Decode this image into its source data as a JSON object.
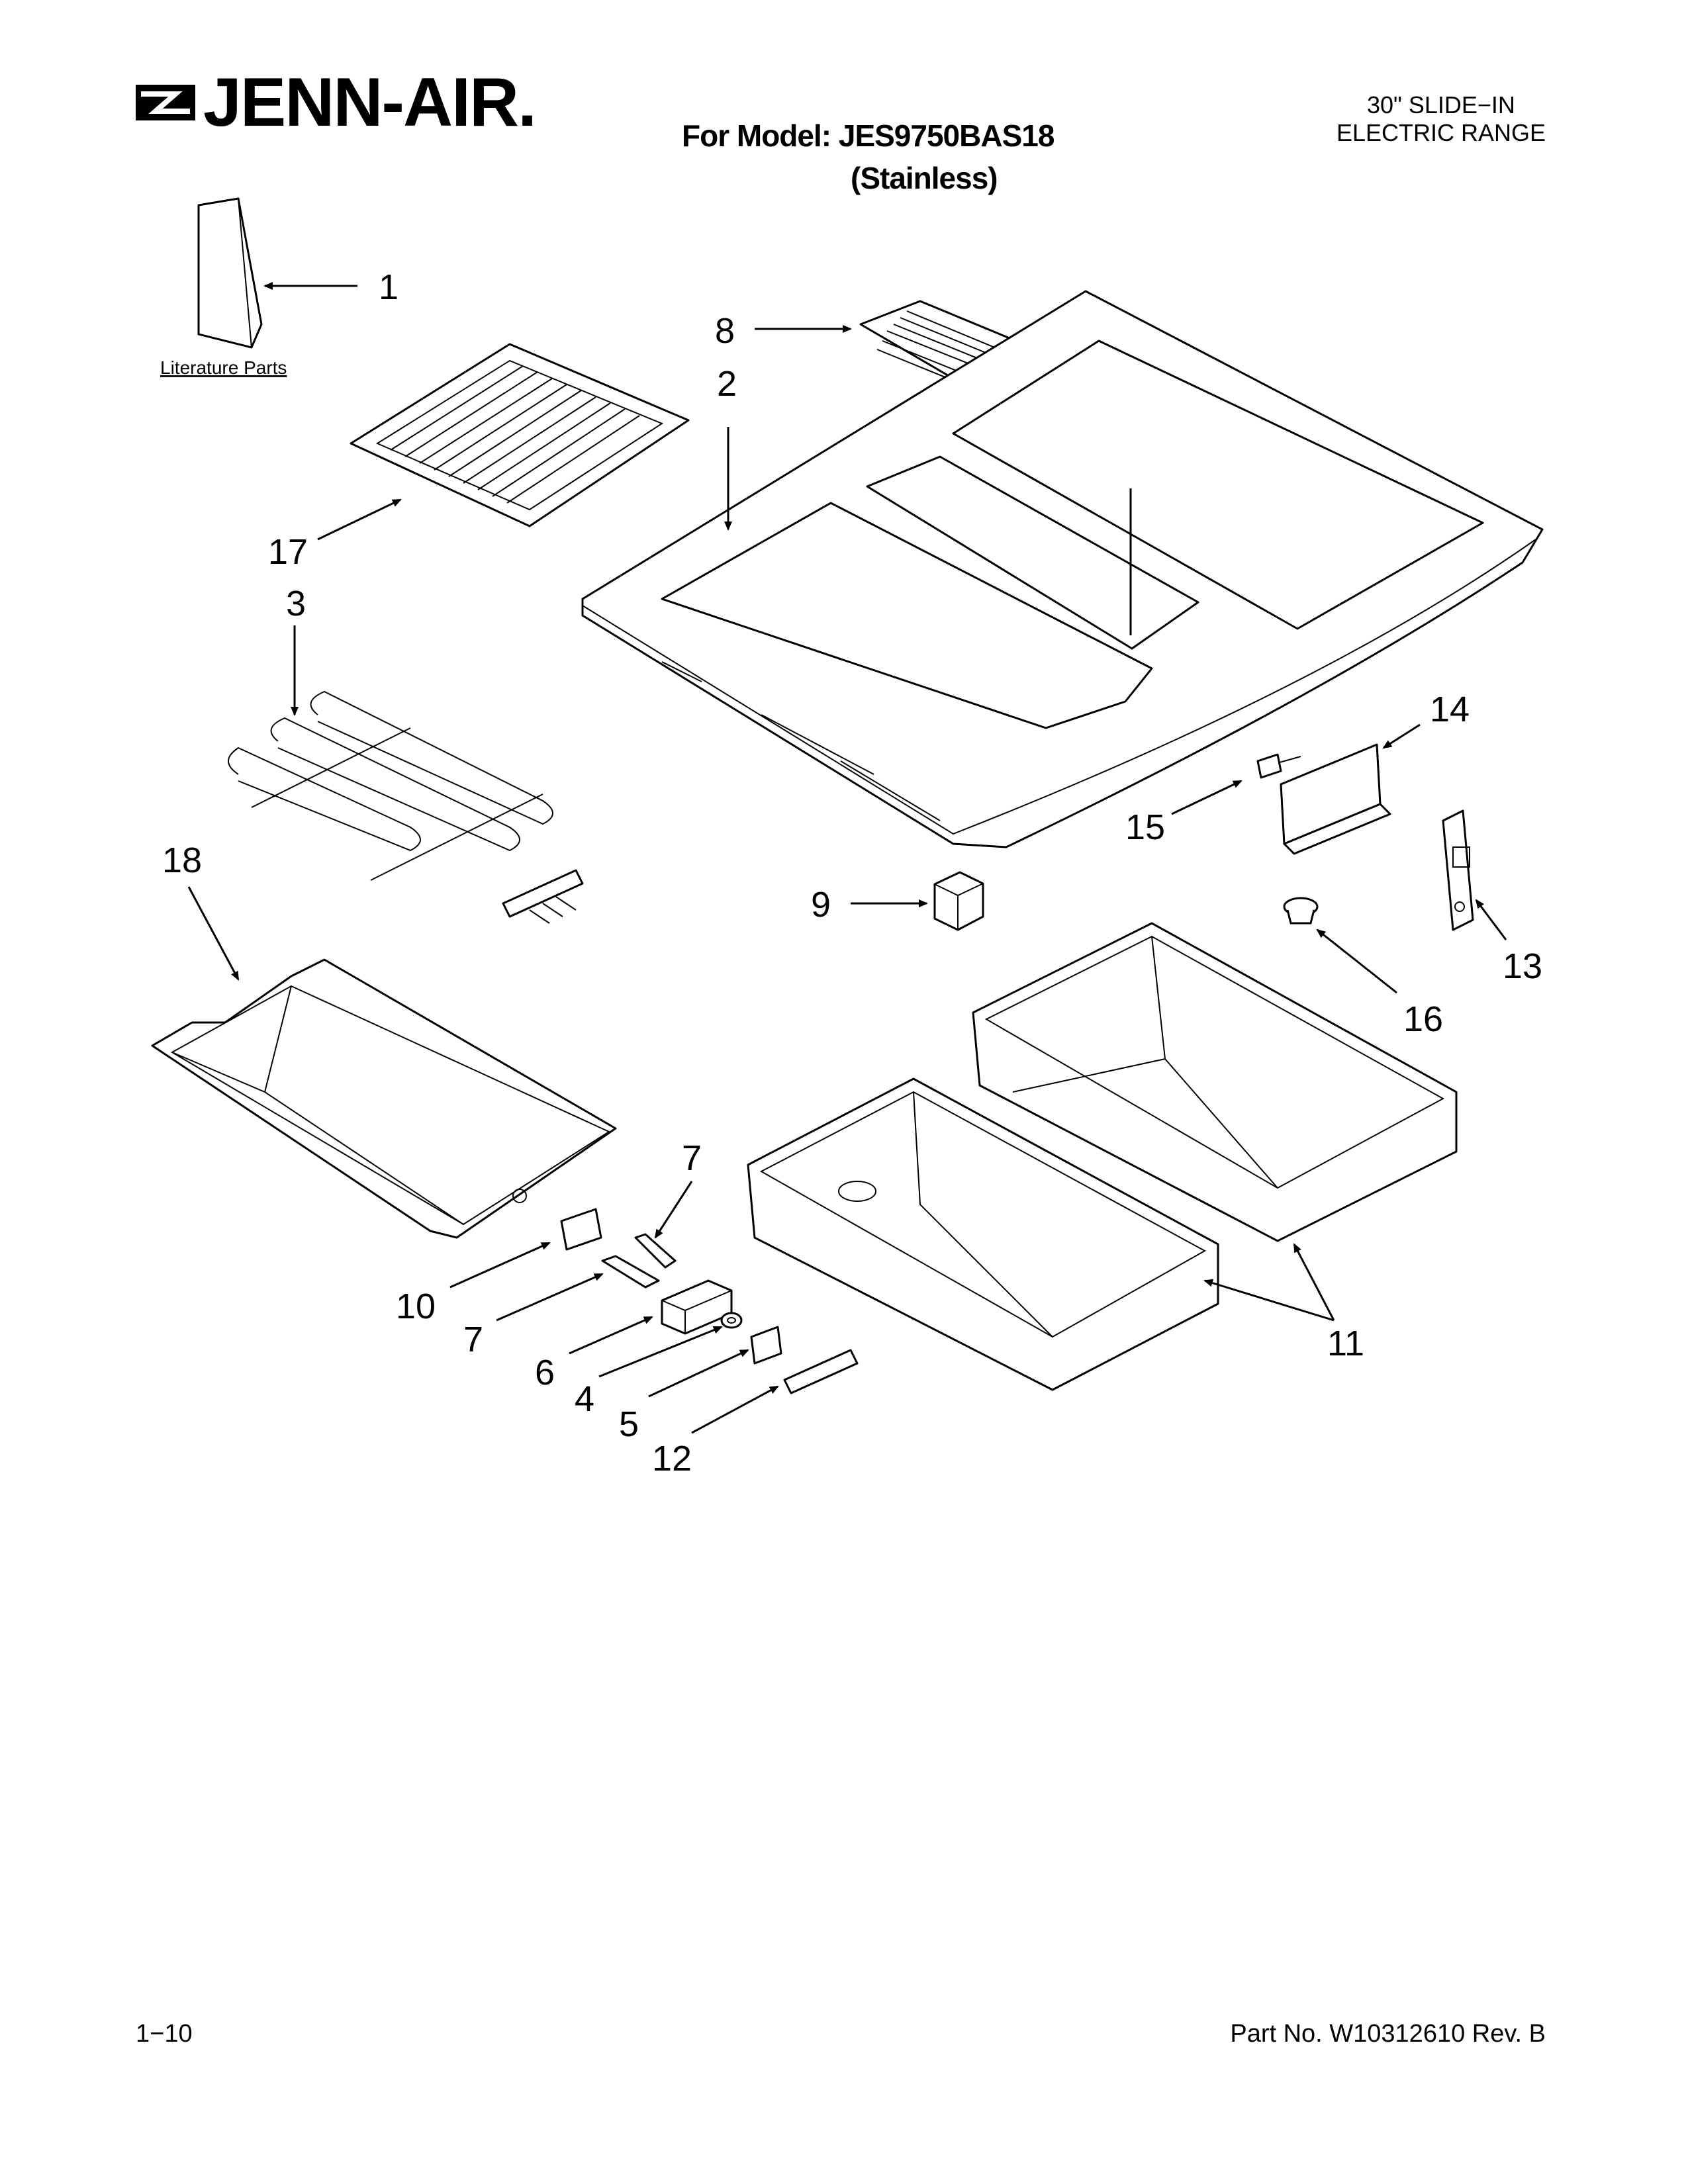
{
  "header": {
    "brand": "JENN-AIR",
    "brand_suffix": ".",
    "model_line": "For Model: JES9750BAS18",
    "model_finish": "(Stainless)",
    "product_line1": "30\" SLIDE−IN",
    "product_line2": "ELECTRIC RANGE"
  },
  "diagram": {
    "literature_label": "Literature Parts",
    "callouts": [
      "1",
      "8",
      "2",
      "17",
      "3",
      "14",
      "15",
      "18",
      "9",
      "13",
      "16",
      "7",
      "10",
      "7",
      "6",
      "4",
      "5",
      "12",
      "11"
    ]
  },
  "footer": {
    "page": "1−10",
    "part_no": "Part No. W10312610 Rev. B"
  }
}
